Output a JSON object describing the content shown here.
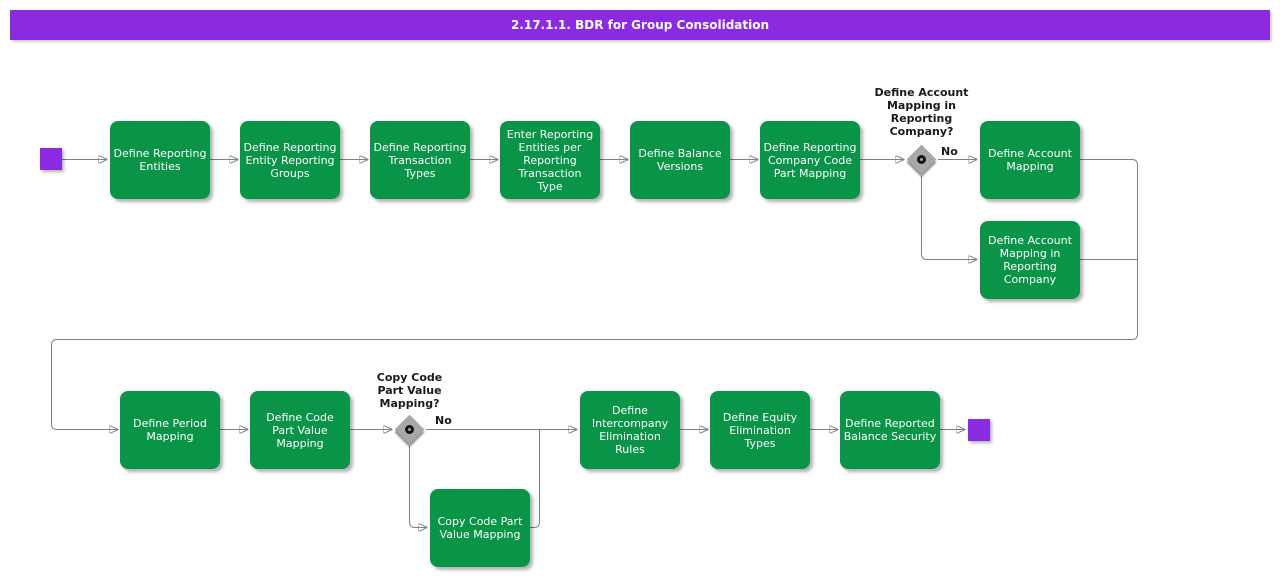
{
  "title": "2.17.1.1. BDR for Group Consolidation",
  "colors": {
    "accent_purple": "#8a2be2",
    "task_green": "#0a9448",
    "line_gray": "#808080",
    "diamond_gray": "#a8a8a8",
    "text_dark": "#1a1a1a"
  },
  "nodes": [
    {
      "label": "Define Reporting\nEntities"
    },
    {
      "label": "Define Reporting\nEntity Reporting\nGroups"
    },
    {
      "label": "Define Reporting\nTransaction\nTypes"
    },
    {
      "label": "Enter Reporting\nEntities per\nReporting\nTransaction\nType"
    },
    {
      "label": "Define Balance\nVersions"
    },
    {
      "label": "Define Reporting\nCompany Code\nPart Mapping"
    },
    {
      "label": "Define Account\nMapping"
    },
    {
      "label": "Define Account\nMapping in\nReporting\nCompany"
    },
    {
      "label": "Define Period\nMapping"
    },
    {
      "label": "Define Code\nPart Value\nMapping"
    },
    {
      "label": "Define\nIntercompany\nElimination\nRules"
    },
    {
      "label": "Define Equity\nElimination\nTypes"
    },
    {
      "label": "Define Reported\nBalance Security"
    },
    {
      "label": "Copy Code Part\nValue Mapping"
    }
  ],
  "decisions": [
    {
      "question": "Define Account\nMapping in\nReporting\nCompany?",
      "branch_label": "No"
    },
    {
      "question": "Copy Code\nPart Value\nMapping?",
      "branch_label": "No"
    }
  ]
}
